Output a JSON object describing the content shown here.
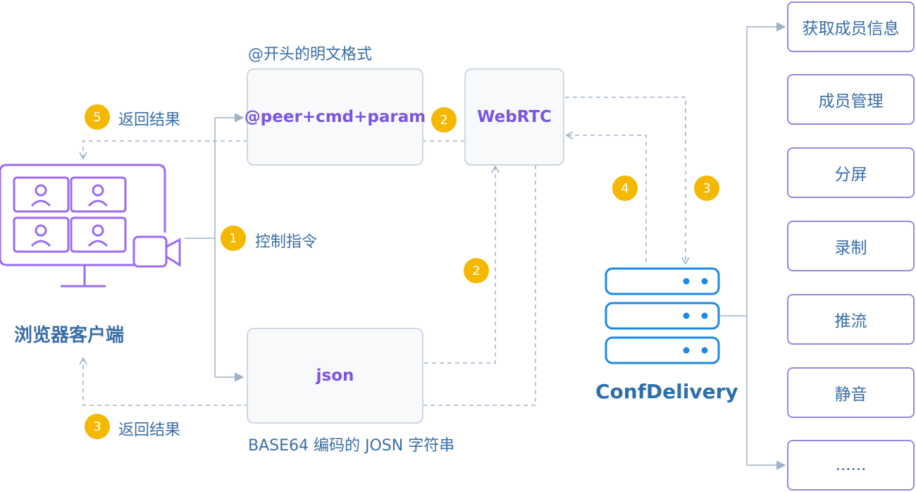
{
  "title_plain_format": "@开头的明文格式",
  "title_base64": "BASE64 编码的 JOSN 字符串",
  "box_peer_cmd": "@peer+cmd+param",
  "box_webrtc": "WebRTC",
  "box_json": "json",
  "client_label": "浏览器客户端",
  "server_label": "ConfDelivery",
  "steps": {
    "step1": {
      "num": "1",
      "label": "控制指令"
    },
    "step2_top": {
      "num": "2"
    },
    "step2_mid": {
      "num": "2"
    },
    "step3_right": {
      "num": "3"
    },
    "step3_bottom": {
      "num": "3",
      "label": "返回结果"
    },
    "step4": {
      "num": "4"
    },
    "step5": {
      "num": "5",
      "label": "返回结果"
    }
  },
  "features": [
    "获取成员信息",
    "成员管理",
    "分屏",
    "录制",
    "推流",
    "静音",
    "......"
  ],
  "colors": {
    "line": "#9fb2c7",
    "accent_purple": "#7b55e0",
    "badge": "#f5b800",
    "server_blue": "#1e88e5",
    "text_blue": "#3a6ea6"
  }
}
